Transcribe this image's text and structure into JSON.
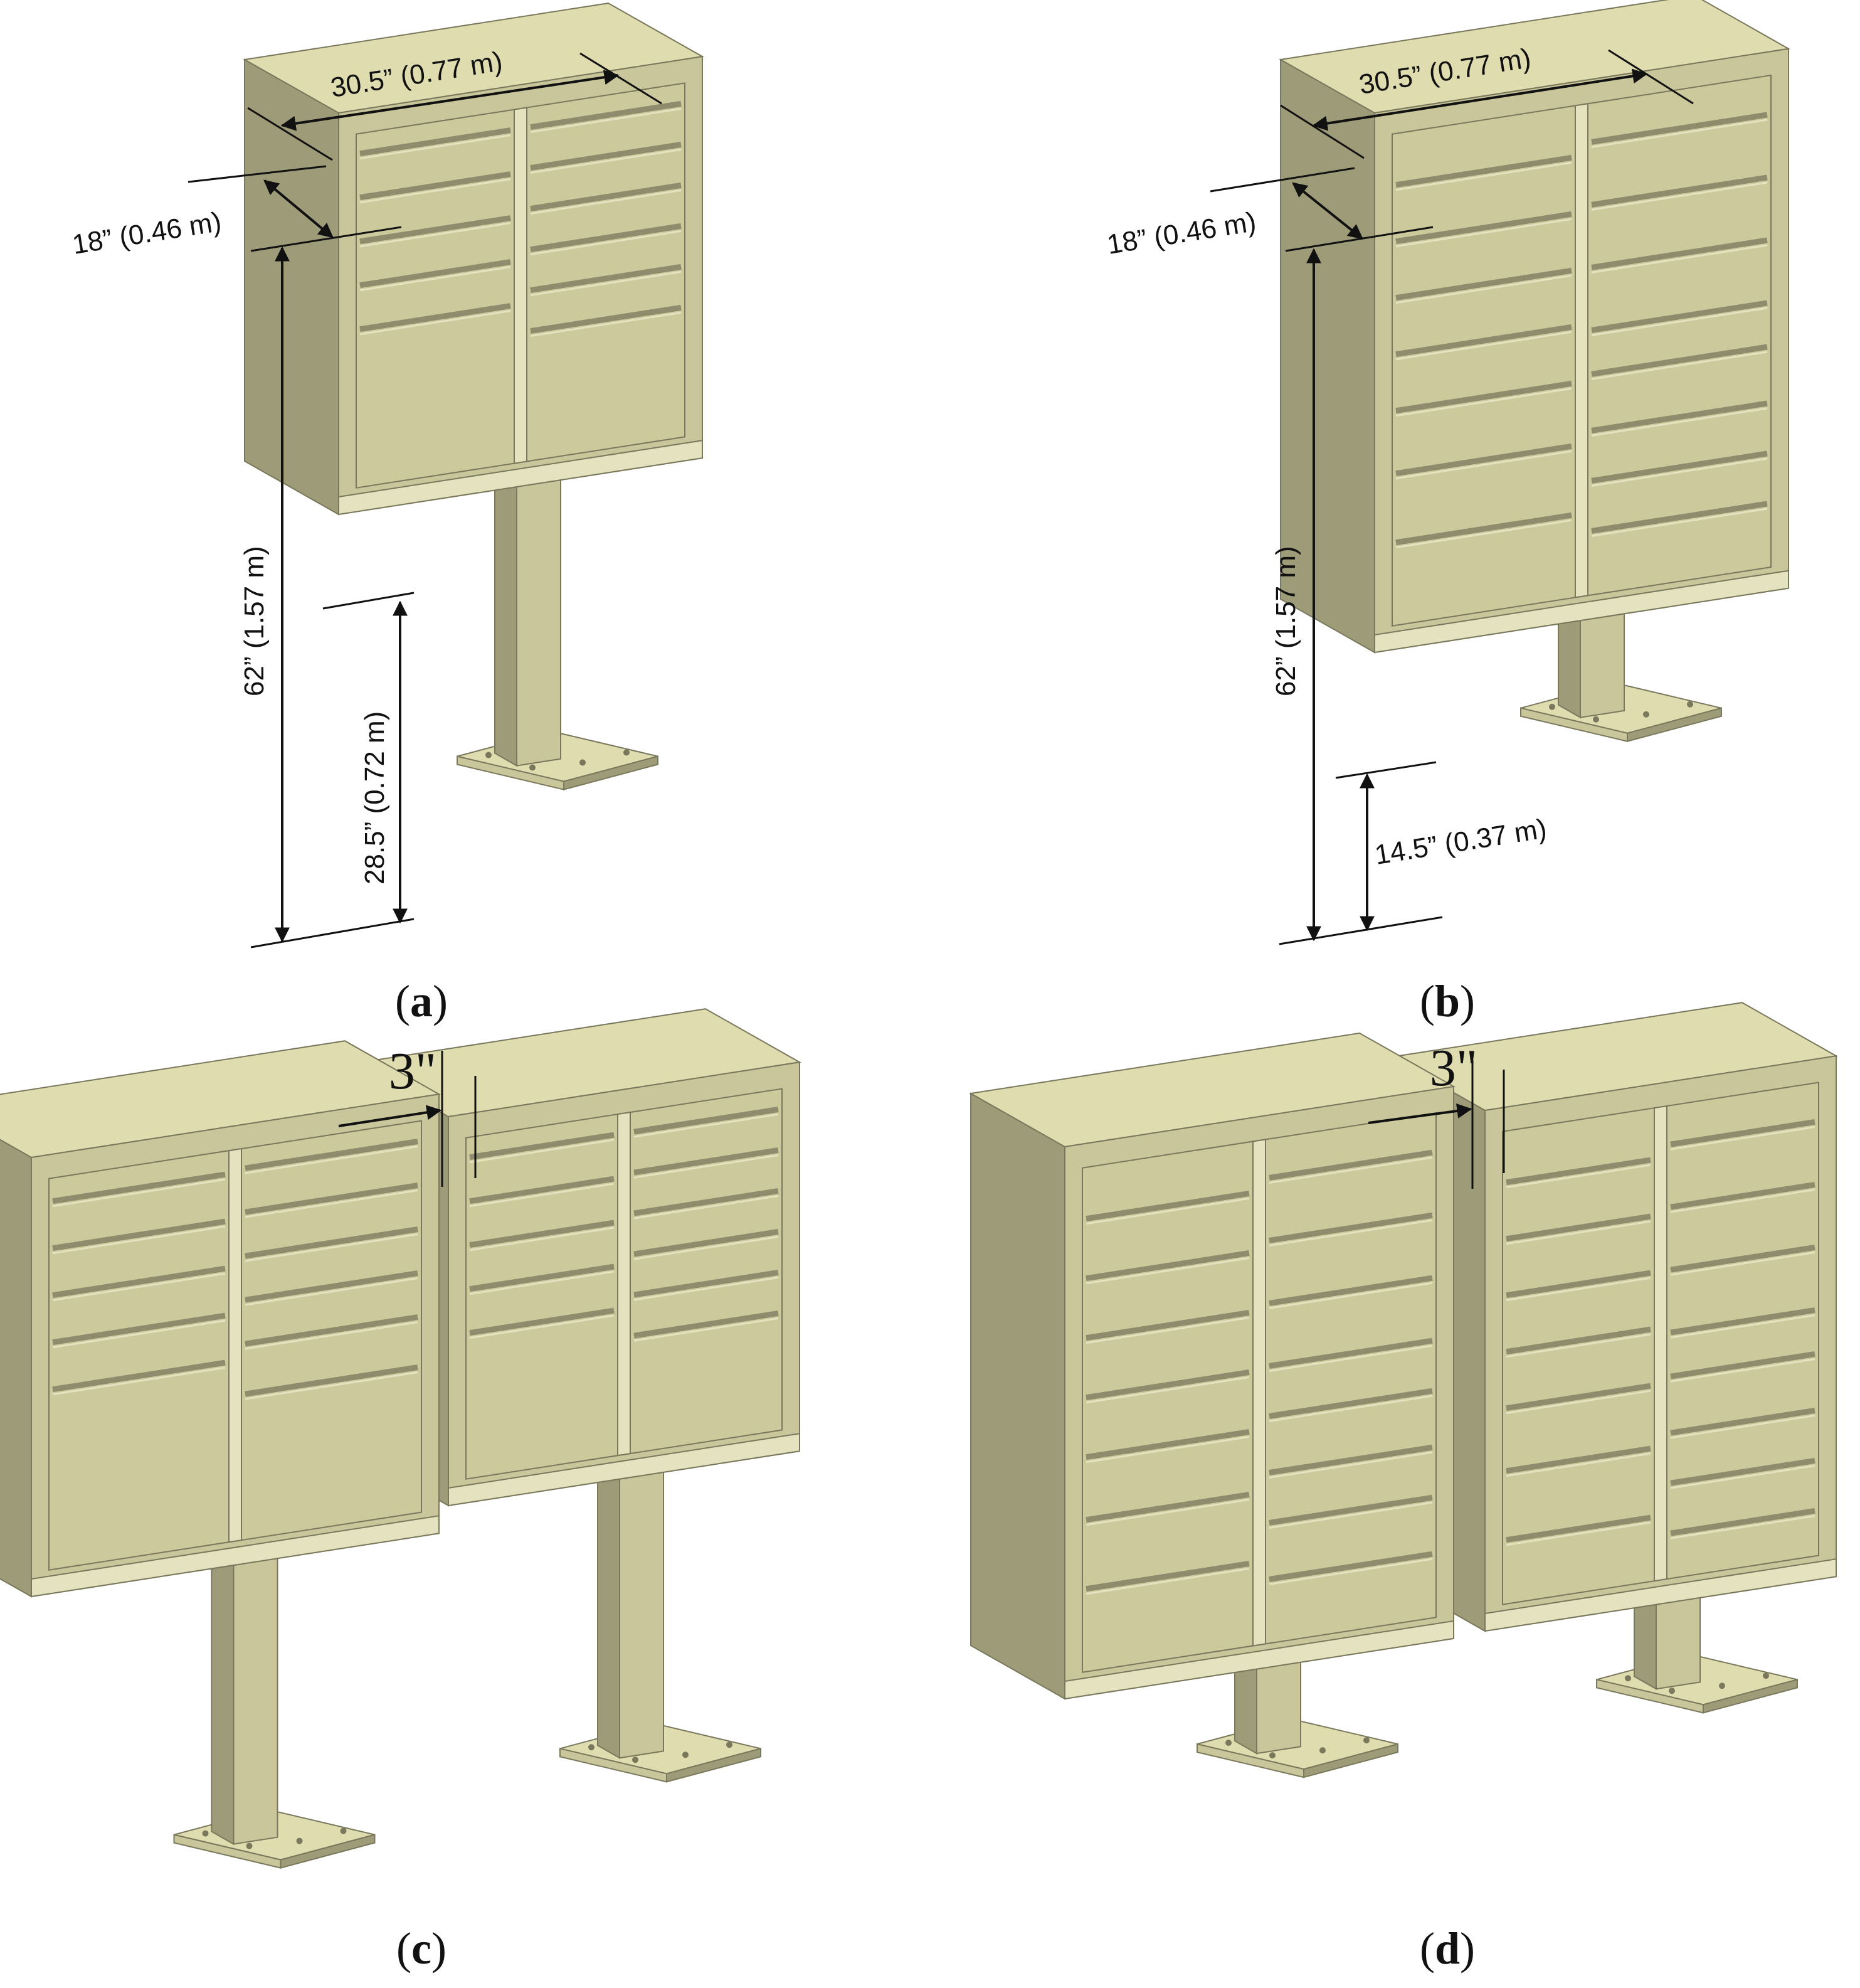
{
  "colors": {
    "top": "#dfddb0",
    "front": "#c8c69a",
    "side": "#9d9b78",
    "door": "#ccca9d",
    "slot": "#8e8c6c",
    "frame": "#e4e2bf",
    "edge": "#7a785c",
    "dimension": "#111111"
  },
  "panels": [
    {
      "id": "a",
      "label_open": "(",
      "label_letter": "a",
      "label_close": ")",
      "dimensions": {
        "width": "30.5” (0.77 m)",
        "depth": "18” (0.46 m)",
        "total_height": "62” (1.57 m)",
        "clearance": "28.5” (0.72 m)"
      }
    },
    {
      "id": "b",
      "label_open": "(",
      "label_letter": "b",
      "label_close": ")",
      "dimensions": {
        "width": "30.5” (0.77 m)",
        "depth": "18” (0.46 m)",
        "total_height": "62” (1.57 m)",
        "clearance": "14.5” (0.37 m)"
      }
    },
    {
      "id": "c",
      "label_open": "(",
      "label_letter": "c",
      "label_close": ")",
      "gap": "3\""
    },
    {
      "id": "d",
      "label_open": "(",
      "label_letter": "d",
      "label_close": ")",
      "gap": "3\""
    }
  ]
}
